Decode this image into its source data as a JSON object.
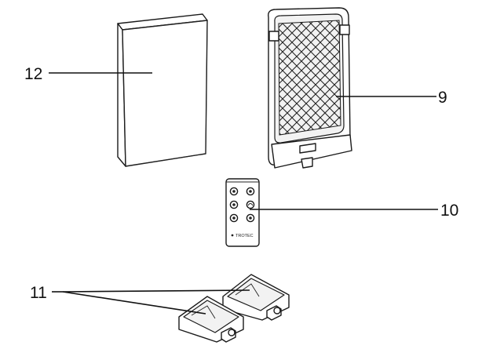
{
  "callouts": {
    "filter_block": "12",
    "filter_frame": "9",
    "remote_control": "10",
    "cooling_packs": "11"
  },
  "remote": {
    "brand": "TROTEC"
  }
}
